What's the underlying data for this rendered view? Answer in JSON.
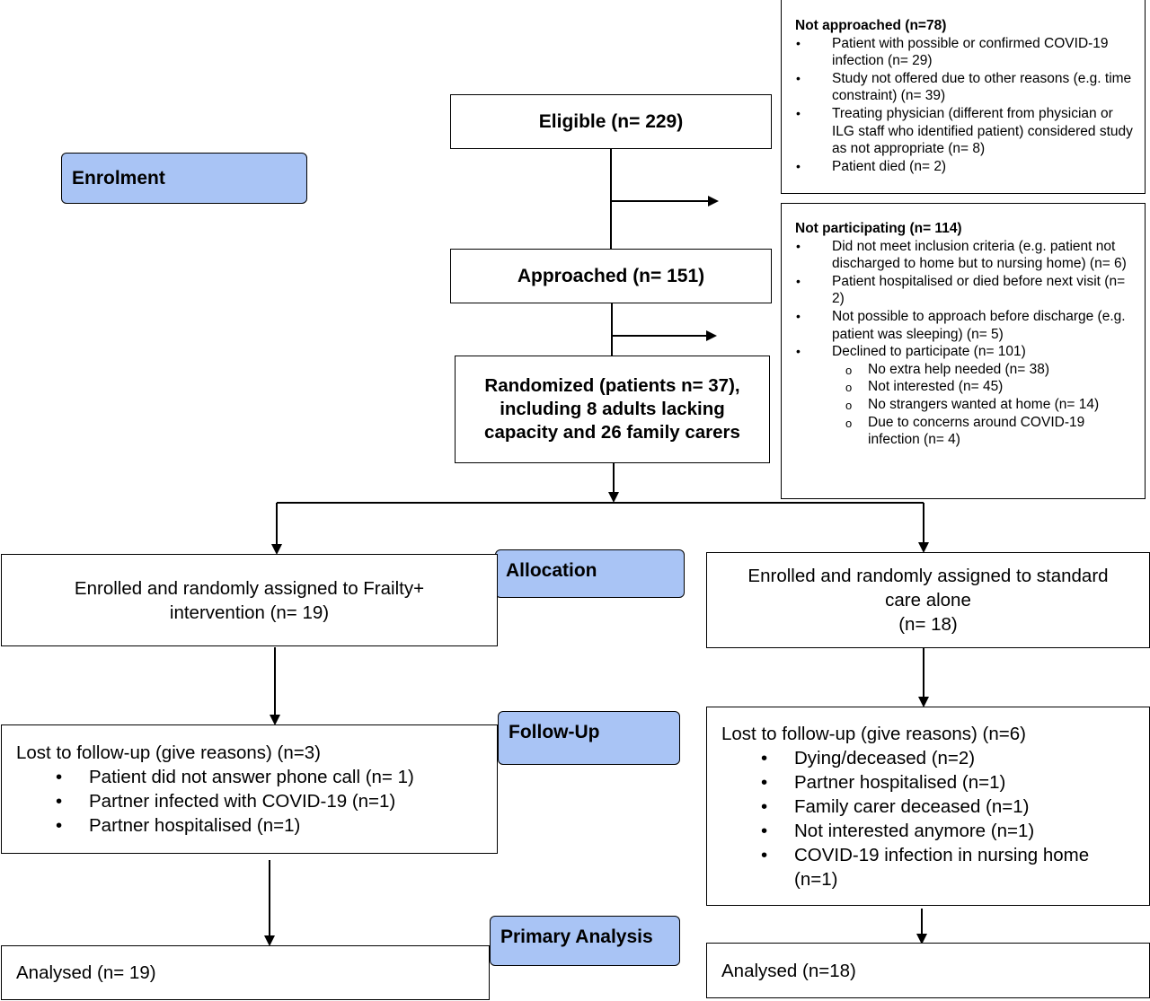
{
  "stages": {
    "enrolment": "Enrolment",
    "allocation": "Allocation",
    "follow_up": "Follow-Up",
    "primary_analysis": "Primary Analysis"
  },
  "eligible": "Eligible (n= 229)",
  "approached": "Approached (n= 151)",
  "randomized": "Randomized (patients n= 37), including 8 adults lacking capacity and 26 family carers",
  "not_approached": {
    "header": "Not approached (n=78)",
    "items": [
      "Patient with possible or confirmed COVID-19 infection (n= 29)",
      "Study not offered due to other reasons (e.g. time constraint) (n= 39)",
      "Treating physician (different from physician or ILG staff who identified patient) considered study as not appropriate (n= 8)",
      "Patient died (n= 2)"
    ]
  },
  "not_participating": {
    "header": "Not participating (n= 114)",
    "items": [
      "Did not meet inclusion criteria (e.g. patient not discharged to home but to nursing home) (n= 6)",
      "Patient hospitalised or died before next visit (n= 2)",
      "Not possible to approach before discharge (e.g. patient was sleeping) (n= 5)",
      "Declined to participate (n= 101)"
    ],
    "declined_reasons": [
      "No extra help needed (n= 38)",
      "Not interested (n= 45)",
      "No strangers wanted at home (n= 14)",
      "Due to concerns around COVID-19 infection (n= 4)"
    ]
  },
  "left_arm": {
    "allocation_line1": "Enrolled and randomly assigned to Frailty+",
    "allocation_line2": "intervention (n= 19)",
    "followup_header": "Lost to follow-up (give reasons) (n=3)",
    "followup_items": [
      "Patient did not answer phone call (n= 1)",
      "Partner infected with COVID-19 (n=1)",
      "Partner hospitalised (n=1)"
    ],
    "analysed": "Analysed (n= 19)"
  },
  "right_arm": {
    "allocation_line1": "Enrolled and randomly assigned to standard",
    "allocation_line2": "care alone",
    "allocation_line3": "(n= 18)",
    "followup_header": "Lost to follow-up (give reasons) (n=6)",
    "followup_items": [
      "Dying/deceased (n=2)",
      "Partner hospitalised (n=1)",
      "Family carer deceased (n=1)",
      "Not interested anymore (n=1)",
      "COVID-19 infection in nursing home (n=1)"
    ],
    "analysed": "Analysed (n=18)"
  },
  "colors": {
    "stage_fill": "#a9c4f5",
    "line": "#000000",
    "background": "#ffffff"
  }
}
